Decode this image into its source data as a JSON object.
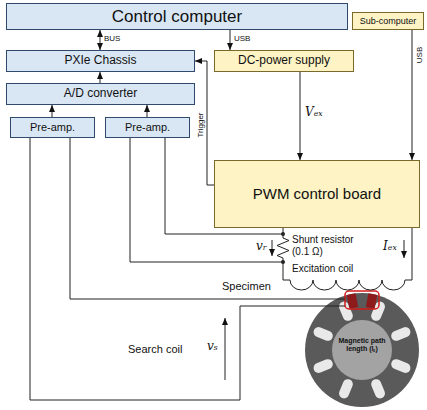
{
  "diagram": {
    "nodes": [
      {
        "text": [
          "Control computer"
        ]
      },
      {
        "text": [
          "Sub-computer"
        ]
      },
      {
        "text": [
          "PXIe Chassis"
        ]
      },
      {
        "text": [
          "DC-power supply"
        ]
      },
      {
        "text": [
          "A/D converter"
        ]
      },
      {
        "text": [
          "Pre-amp."
        ]
      },
      {
        "text": [
          "Pre-amp."
        ]
      },
      {
        "text": [
          "PWM control board"
        ]
      }
    ],
    "edges": [
      {
        "from": 0,
        "to": 2,
        "arrow": "both",
        "label": "BUS"
      },
      {
        "from": 0,
        "to": 3,
        "arrow": "to",
        "label": "USB"
      },
      {
        "from": 1,
        "to": 7,
        "arrow": "to",
        "label": "USB"
      },
      {
        "from": 3,
        "to": 7,
        "arrow": "to",
        "label": "Vₑₓ"
      },
      {
        "from": 7,
        "to": 2,
        "arrow": "to",
        "label": "Trigger"
      },
      {
        "from": 4,
        "to": 2,
        "arrow": "to"
      },
      {
        "from": 5,
        "to": 4,
        "arrow": "to"
      },
      {
        "from": 6,
        "to": 4,
        "arrow": "to"
      }
    ],
    "labels": [
      "Shunt resistor (0.1 Ω)",
      "vᵣ",
      "Excitation coil",
      "Iₑₓ",
      "Specimen",
      "Search coil",
      "vₛ",
      "Magnetic path length (lₛ)"
    ]
  }
}
